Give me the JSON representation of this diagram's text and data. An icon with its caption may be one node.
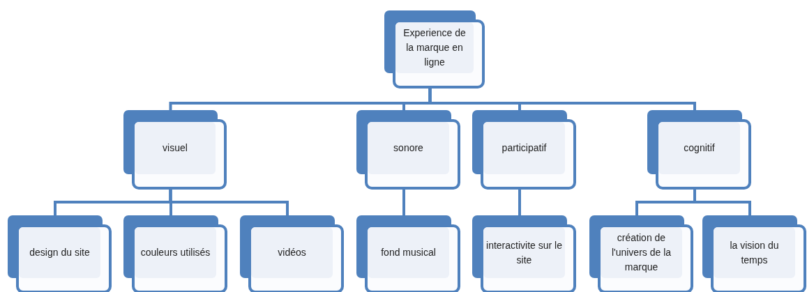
{
  "diagram": {
    "nodes": [
      {
        "text": [
          "Experience de la marque en ligne"
        ]
      },
      {
        "text": [
          "visuel"
        ]
      },
      {
        "text": [
          "sonore"
        ]
      },
      {
        "text": [
          "participatif"
        ]
      },
      {
        "text": [
          "cognitif"
        ]
      },
      {
        "text": [
          "design du site"
        ]
      },
      {
        "text": [
          "couleurs utilisés"
        ]
      },
      {
        "text": [
          "vidéos"
        ]
      },
      {
        "text": [
          "fond musical"
        ]
      },
      {
        "text": [
          "interactivite sur le site"
        ]
      },
      {
        "text": [
          "création de l'univers de la marque"
        ]
      },
      {
        "text": [
          "la vision du temps"
        ]
      }
    ],
    "edges": [
      {
        "from": 0,
        "to": 1,
        "arrow": "none"
      },
      {
        "from": 0,
        "to": 2,
        "arrow": "none"
      },
      {
        "from": 0,
        "to": 3,
        "arrow": "none"
      },
      {
        "from": 0,
        "to": 4,
        "arrow": "none"
      },
      {
        "from": 1,
        "to": 5,
        "arrow": "none"
      },
      {
        "from": 1,
        "to": 6,
        "arrow": "none"
      },
      {
        "from": 1,
        "to": 7,
        "arrow": "none"
      },
      {
        "from": 2,
        "to": 8,
        "arrow": "none"
      },
      {
        "from": 3,
        "to": 9,
        "arrow": "none"
      },
      {
        "from": 4,
        "to": 10,
        "arrow": "none"
      },
      {
        "from": 4,
        "to": 11,
        "arrow": "none"
      }
    ]
  }
}
